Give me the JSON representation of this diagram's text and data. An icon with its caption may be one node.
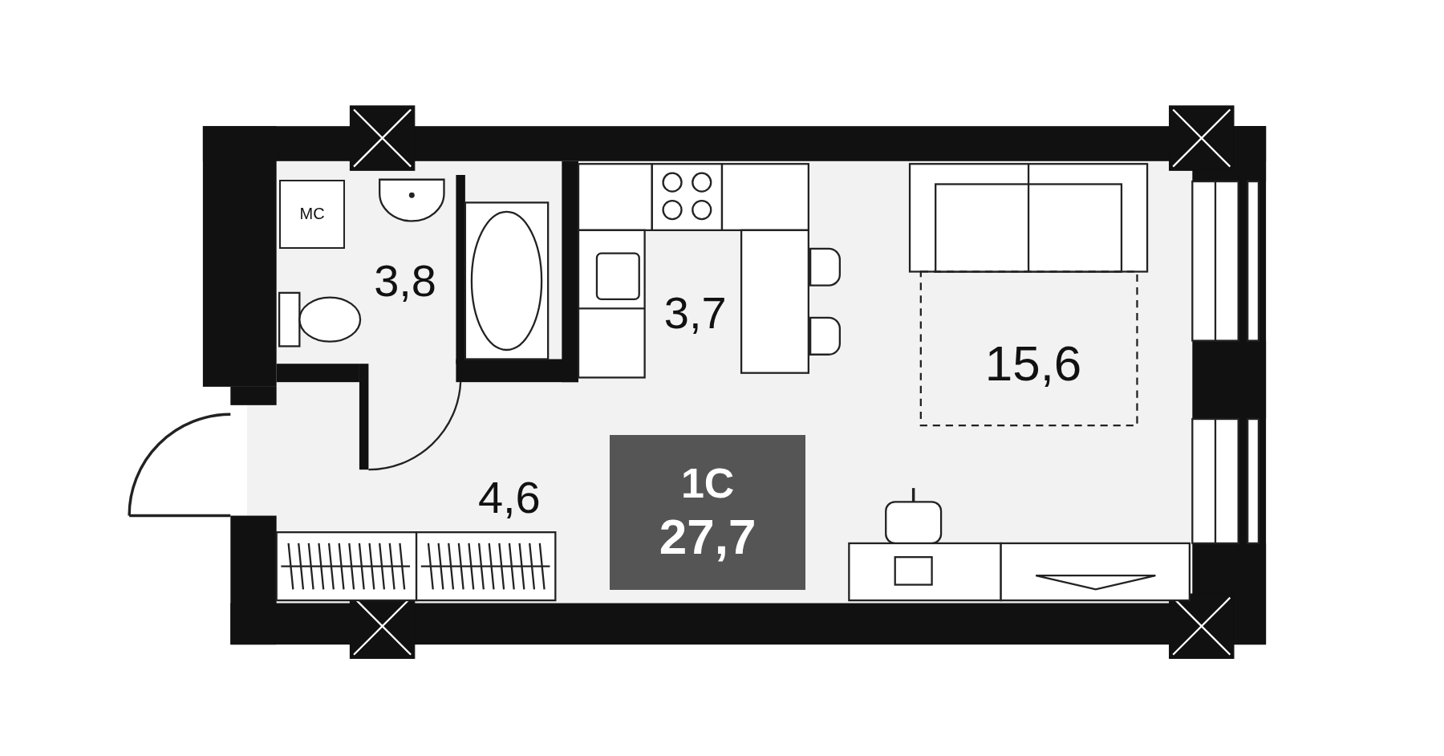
{
  "diagram": {
    "nodes": [
      {
        "text": [
          "МС"
        ]
      },
      {
        "text": [
          "1С",
          "27,7"
        ]
      }
    ],
    "labels": [
      "3,8",
      "3,7",
      "15,6",
      "4,6"
    ]
  }
}
